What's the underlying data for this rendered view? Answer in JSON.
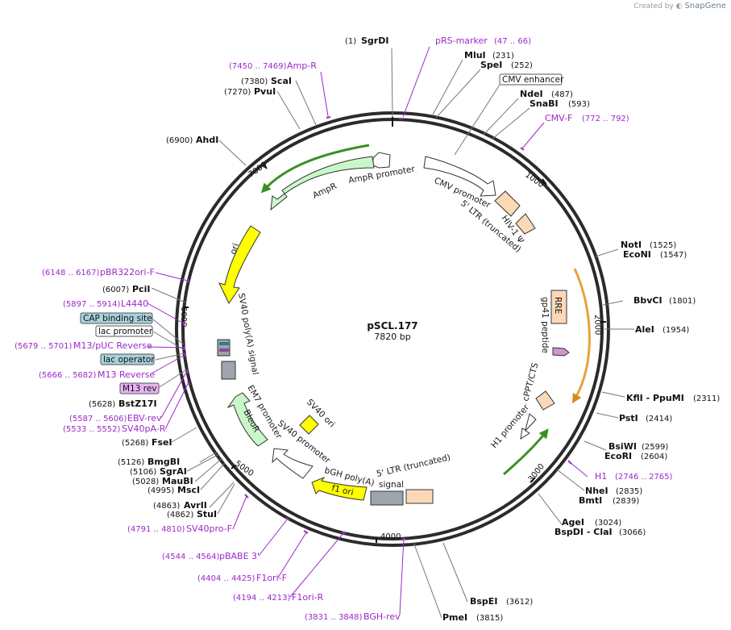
{
  "app": {
    "credit_text": "Created by",
    "brand": "SnapGene"
  },
  "plasmid": {
    "name": "pSCL.177",
    "length_label": "7820 bp",
    "length": 7820
  },
  "colors": {
    "backbone": "#2b2b2b",
    "primer": "#9b29c7",
    "ampr": "#c9f7c9",
    "ori": "#ffff00",
    "ltr": "#fbd9b8",
    "signal": "#9ea5ad",
    "site_box": "#a7d1dc",
    "rev_box": "#e9b3f3",
    "orange_arc": "#e8a33a",
    "green_arc": "#6cc24a"
  },
  "ticks": [
    "1000",
    "2000",
    "3000",
    "4000",
    "5000",
    "6000",
    "7000"
  ],
  "sites_right": [
    {
      "name": "SgrDI",
      "pos": "(1)"
    },
    {
      "name": "MluI",
      "pos": "(231)"
    },
    {
      "name": "SpeI",
      "pos": "(252)"
    },
    {
      "name": "NdeI",
      "pos": "(487)"
    },
    {
      "name": "SnaBI",
      "pos": "(593)"
    },
    {
      "name": "NotI",
      "pos": "(1525)"
    },
    {
      "name": "EcoNI",
      "pos": "(1547)"
    },
    {
      "name": "BbvCI",
      "pos": "(1801)"
    },
    {
      "name": "AleI",
      "pos": "(1954)"
    },
    {
      "name": "KflI  - PpuMI",
      "pos": "(2311)"
    },
    {
      "name": "PstI",
      "pos": "(2414)"
    },
    {
      "name": "BsiWI",
      "pos": "(2599)"
    },
    {
      "name": "EcoRI",
      "pos": "(2604)"
    },
    {
      "name": "NheI",
      "pos": "(2835)"
    },
    {
      "name": "BmtI",
      "pos": "(2839)"
    },
    {
      "name": "AgeI",
      "pos": "(3024)"
    },
    {
      "name": "BspDI  - ClaI",
      "pos": "(3066)"
    },
    {
      "name": "BspEI",
      "pos": "(3612)"
    },
    {
      "name": "PmeI",
      "pos": "(3815)"
    }
  ],
  "sites_left": [
    {
      "name": "ScaI",
      "pos": "(7380)"
    },
    {
      "name": "PvuI",
      "pos": "(7270)"
    },
    {
      "name": "AhdI",
      "pos": "(6900)"
    },
    {
      "name": "PciI",
      "pos": "(6007)"
    },
    {
      "name": "BstZ17I",
      "pos": "(5628)"
    },
    {
      "name": "FseI",
      "pos": "(5268)"
    },
    {
      "name": "BmgBI",
      "pos": "(5126)"
    },
    {
      "name": "SgrAI",
      "pos": "(5106)"
    },
    {
      "name": "MauBI",
      "pos": "(5028)"
    },
    {
      "name": "MscI",
      "pos": "(4995)"
    },
    {
      "name": "AvrII",
      "pos": "(4863)"
    },
    {
      "name": "StuI",
      "pos": "(4862)"
    }
  ],
  "primers": [
    {
      "name": "pRS-marker",
      "range": "(47 .. 66)"
    },
    {
      "name": "CMV-F",
      "range": "(772 .. 792)"
    },
    {
      "name": "H1",
      "range": "(2746 .. 2765)"
    },
    {
      "name": "Amp-R",
      "range": "(7450 .. 7469)"
    },
    {
      "name": "pBR322ori-F",
      "range": "(6148 .. 6167)"
    },
    {
      "name": "L4440",
      "range": "(5897 .. 5914)"
    },
    {
      "name": "M13/pUC Reverse",
      "range": "(5679 .. 5701)"
    },
    {
      "name": "M13 Reverse",
      "range": "(5666 .. 5682)"
    },
    {
      "name": "EBV-rev",
      "range": "(5587 .. 5606)"
    },
    {
      "name": "SV40pA-R",
      "range": "(5533 .. 5552)"
    },
    {
      "name": "SV40pro-F",
      "range": "(4791 .. 4810)"
    },
    {
      "name": "pBABE 3'",
      "range": "(4544 .. 4564)"
    },
    {
      "name": "F1ori-F",
      "range": "(4404 .. 4425)"
    },
    {
      "name": "F1ori-R",
      "range": "(4194 .. 4213)"
    },
    {
      "name": "BGH-rev",
      "range": "(3831 .. 3848)"
    }
  ],
  "boxed_labels": {
    "cmv_enhancer": "CMV enhancer",
    "cap_binding_site": "CAP binding site",
    "lac_promoter": "lac promoter",
    "lac_operator": "lac operator",
    "m13_rev": "M13 rev"
  },
  "features": {
    "ampr_promoter": "AmpR promoter",
    "ampr": "AmpR",
    "cmv_promoter": "CMV promoter",
    "ltr_5_truncated": "5' LTR (truncated)",
    "hiv1_psi": "HIV-1 Ψ",
    "ori": "ori",
    "rre": "RRE",
    "gp41_peptide": "gp41 peptide",
    "sv40_polya": "SV40 poly(A) signal",
    "cppt_cts": "cPPT/CTS",
    "em7_promoter": "EM7 promoter",
    "bleor": "BleoR",
    "sv40_ori": "SV40 ori",
    "sv40_promoter": "SV40 promoter",
    "h1_promoter": "H1 promoter",
    "bgh_polya": "bGH poly(A)",
    "bgh_signal": "signal",
    "f1_ori": "f1 ori",
    "ltr_5_truncated_bottom": "5' LTR (truncated)"
  }
}
